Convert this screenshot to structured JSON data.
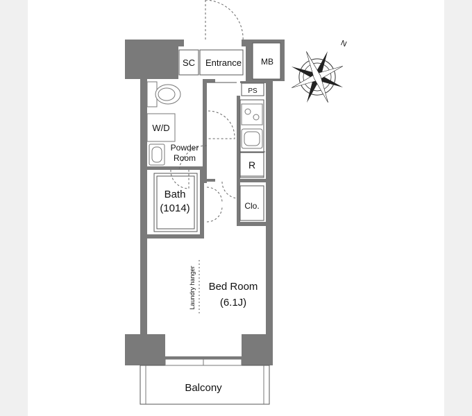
{
  "rooms": {
    "entrance": "Entrance",
    "shoe_closet": "SC",
    "meter_box": "MB",
    "pipe_space": "PS",
    "washer": "W/D",
    "powder_room_line1": "Powder",
    "powder_room_line2": "Room",
    "bath_line1": "Bath",
    "bath_line2": "(1014)",
    "refrigerator": "R",
    "closet": "Clo.",
    "bed_room_line1": "Bed Room",
    "bed_room_line2": "(6.1J)",
    "laundry_hanger": "Laundry hanger",
    "balcony": "Balcony"
  },
  "compass": {
    "north": "N"
  },
  "colors": {
    "wall": "#777777",
    "fixture": "#888888",
    "background": "#f0f0f0"
  }
}
